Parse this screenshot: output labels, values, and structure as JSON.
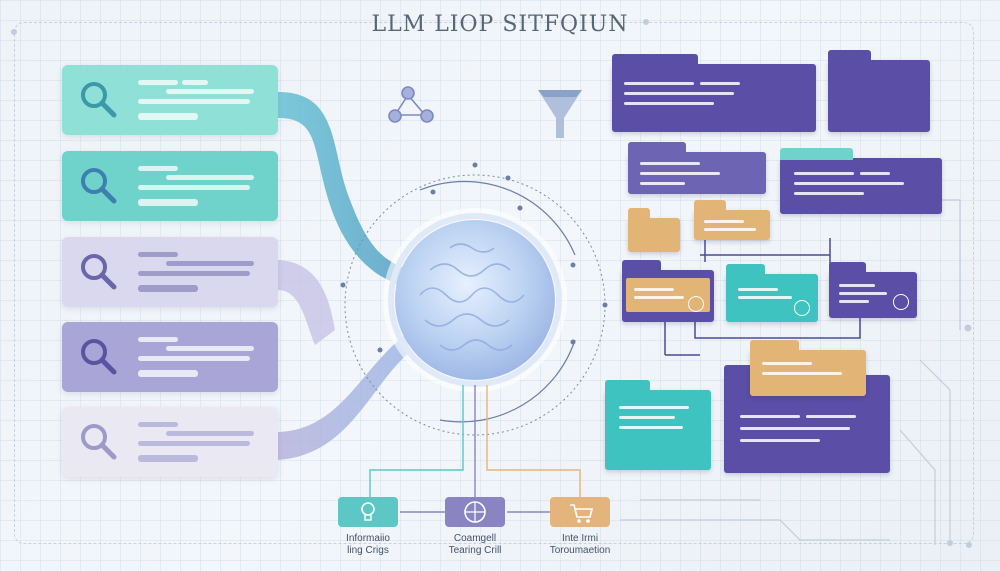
{
  "title": "LLM LIOP SITFQIUN",
  "bottom_nodes": [
    {
      "name": "lightbulb-icon",
      "label_line1": "Informaiio",
      "label_line2": "ling Crigs",
      "color": "#5cc7c4"
    },
    {
      "name": "target-icon",
      "label_line1": "Coamgell",
      "label_line2": "Tearing Crill",
      "color": "#8a84c2"
    },
    {
      "name": "cart-icon",
      "label_line1": "Inte Irmi",
      "label_line2": "Toroumaetion",
      "color": "#e3b57c"
    }
  ],
  "colors": {
    "teal": "#6fd3cc",
    "purple": "#5a4ea6",
    "lavender": "#a9a5d6",
    "orange": "#e2b476",
    "core": "#b9d1f0"
  },
  "icons": [
    "search-icon",
    "share-icon",
    "funnel-icon",
    "brain-icon",
    "folder-icon",
    "clock-icon"
  ]
}
